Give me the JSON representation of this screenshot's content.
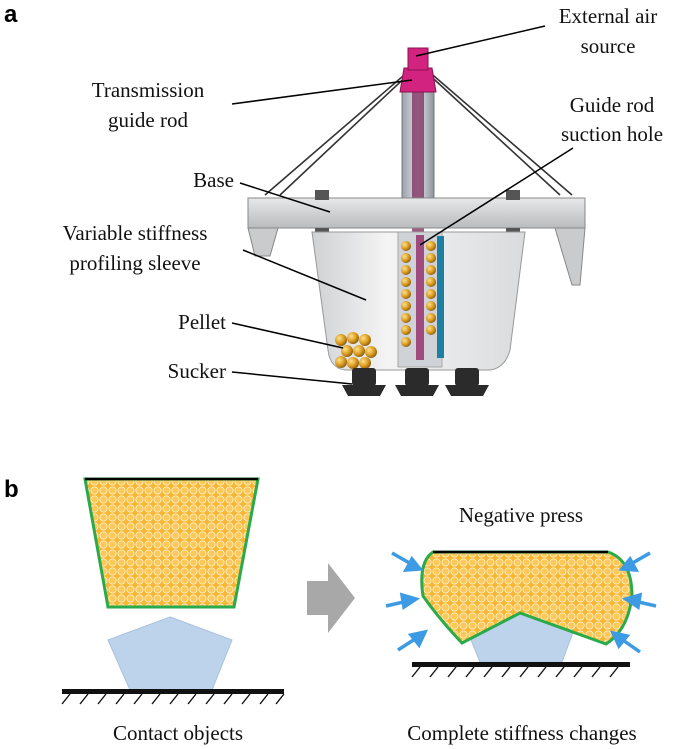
{
  "panel_a": {
    "letter": "a",
    "labels": {
      "external_air_source": [
        "External air",
        "source"
      ],
      "transmission_guide_rod": [
        "Transmission",
        "guide rod"
      ],
      "guide_rod_suction_hole": [
        "Guide rod",
        "suction hole"
      ],
      "base": "Base",
      "variable_stiffness_sleeve": [
        "Variable stiffness",
        "profiling sleeve"
      ],
      "pellet": "Pellet",
      "sucker": "Sucker"
    }
  },
  "panel_b": {
    "letter": "b",
    "negative_press": "Negative press",
    "caption_left": "Contact objects",
    "caption_right": "Complete stiffness changes"
  },
  "colors": {
    "pellet": "#f7b733",
    "sleeve_outline": "#2aaa4a",
    "object": "#bdd3ec",
    "arrow_blue": "#3c9be3",
    "arrow_gray": "#a8a8a8",
    "rod_magenta": "#d1237f",
    "base_gray": "#d4d6d8"
  }
}
